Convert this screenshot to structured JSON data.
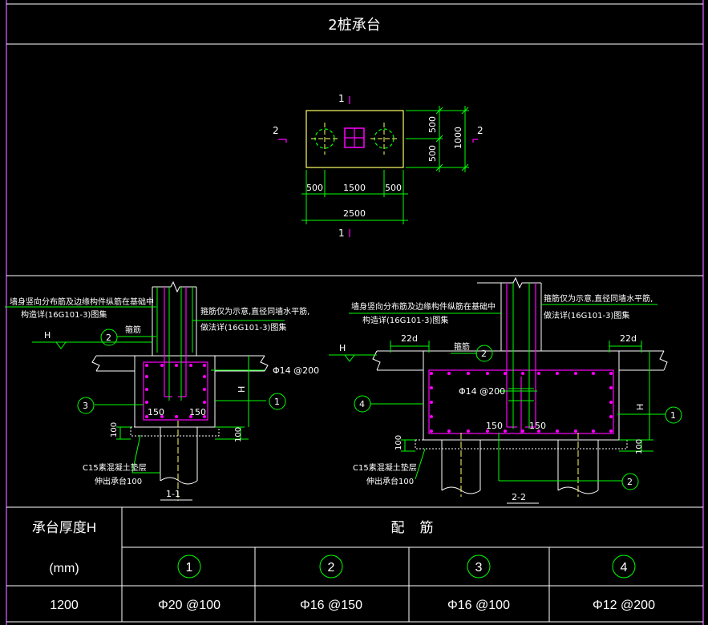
{
  "title": "2桩承台",
  "plan": {
    "section_mark_1": "1",
    "section_mark_2": "2",
    "dim_half_1": "500",
    "dim_half_2": "500",
    "dim_total_v": "1000",
    "dim_edge_left": "500",
    "dim_mid": "1500",
    "dim_edge_right": "500",
    "dim_total_h": "2500"
  },
  "section_1": {
    "note_wall": "墙身竖向分布筋及边缘构件纵筋在基础中",
    "note_wall_2": "构造详(16G101-3)图集",
    "note_stirrup": "箍筋仅为示意,直径同墙水平筋,",
    "note_stirrup_2": "做法详(16G101-3)图集",
    "label_h": "H",
    "label_stirrup": "箍筋",
    "rebar_side": "Φ14 @200",
    "dim_150a": "150",
    "dim_150b": "150",
    "dim_100a": "100",
    "dim_100b": "100",
    "cushion_1": "C15素混凝土垫层",
    "cushion_2": "伸出承台100",
    "circle_1": "1",
    "circle_2": "2",
    "circle_3": "3",
    "caption": "1-1"
  },
  "section_2": {
    "note_wall": "墙身竖向分布筋及边缘构件纵筋在基础中",
    "note_wall_2": "构造详(16G101-3)图集",
    "note_stirrup": "箍筋仅为示意,直径同墙水平筋,",
    "note_stirrup_2": "做法详(16G101-3)图集",
    "label_h": "H",
    "label_stirrup": "箍筋",
    "dim_22d_left": "22d",
    "dim_22d_right": "22d",
    "rebar_side": "Φ14 @200",
    "dim_150a": "150",
    "dim_150b": "150",
    "dim_100a": "100",
    "dim_100b": "100",
    "cushion_1": "C15素混凝土垫层",
    "cushion_2": "伸出承台100",
    "circle_1": "1",
    "circle_2": "2",
    "circle_2b": "2",
    "circle_4": "4",
    "caption": "2-2"
  },
  "table": {
    "head_thickness": "承台厚度H",
    "head_unit": "(mm)",
    "head_rebar": "配    筋",
    "columns": [
      "1",
      "2",
      "3",
      "4"
    ],
    "row_thickness": "1200",
    "row_values": [
      "Φ20 @100",
      "Φ16 @150",
      "Φ16 @100",
      "Φ12 @200"
    ]
  },
  "colors": {
    "frame": "#b44fd6",
    "line": "#ffffff",
    "green": "#00ff00",
    "yellow": "#ffff66",
    "magenta": "#ff00ff",
    "cyan": "#00e5e5"
  }
}
